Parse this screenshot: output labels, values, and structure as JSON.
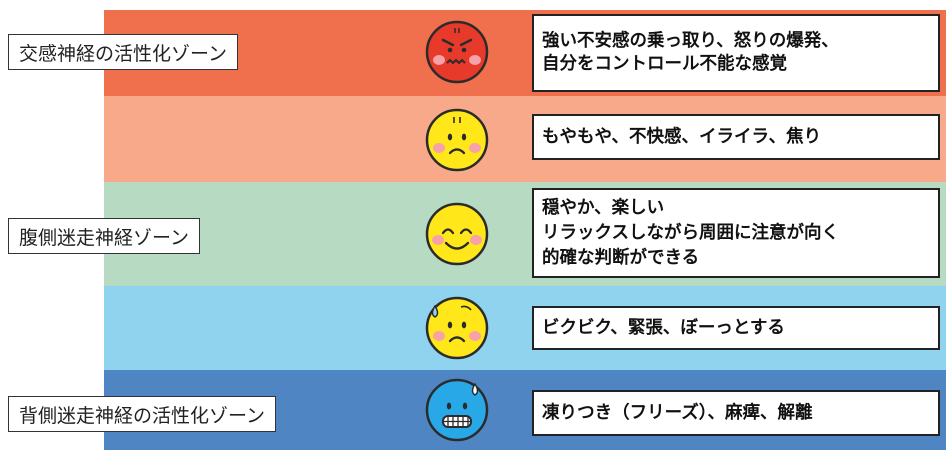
{
  "colors": {
    "band_sympathetic_strong": "#f0704d",
    "band_sympathetic_mild": "#f8a98a",
    "band_ventral": "#b6dbc2",
    "band_dorsal_mild": "#8fd3ef",
    "band_dorsal_strong": "#4f85c3"
  },
  "zones": {
    "sympathetic": "交感神経の活性化ゾーン",
    "ventral": "腹側迷走神経ゾーン",
    "dorsal": "背側迷走神経の活性化ゾーン"
  },
  "states": [
    {
      "face": "angry-face-icon",
      "lines": [
        "強い不安感の乗っ取り、怒りの爆発、",
        "自分をコントロール不能な感覚"
      ]
    },
    {
      "face": "worried-face-icon",
      "lines": [
        "もやもや、不快感、イライラ、焦り"
      ]
    },
    {
      "face": "smiling-face-icon",
      "lines": [
        "穏やか、楽しい",
        "リラックスしながら周囲に注意が向く",
        "的確な判断ができる"
      ]
    },
    {
      "face": "nervous-face-icon",
      "lines": [
        "ビクビク、緊張、ぼーっとする"
      ]
    },
    {
      "face": "frozen-face-icon",
      "lines": [
        "凍りつき（フリーズ）、麻痺、解離"
      ]
    }
  ]
}
